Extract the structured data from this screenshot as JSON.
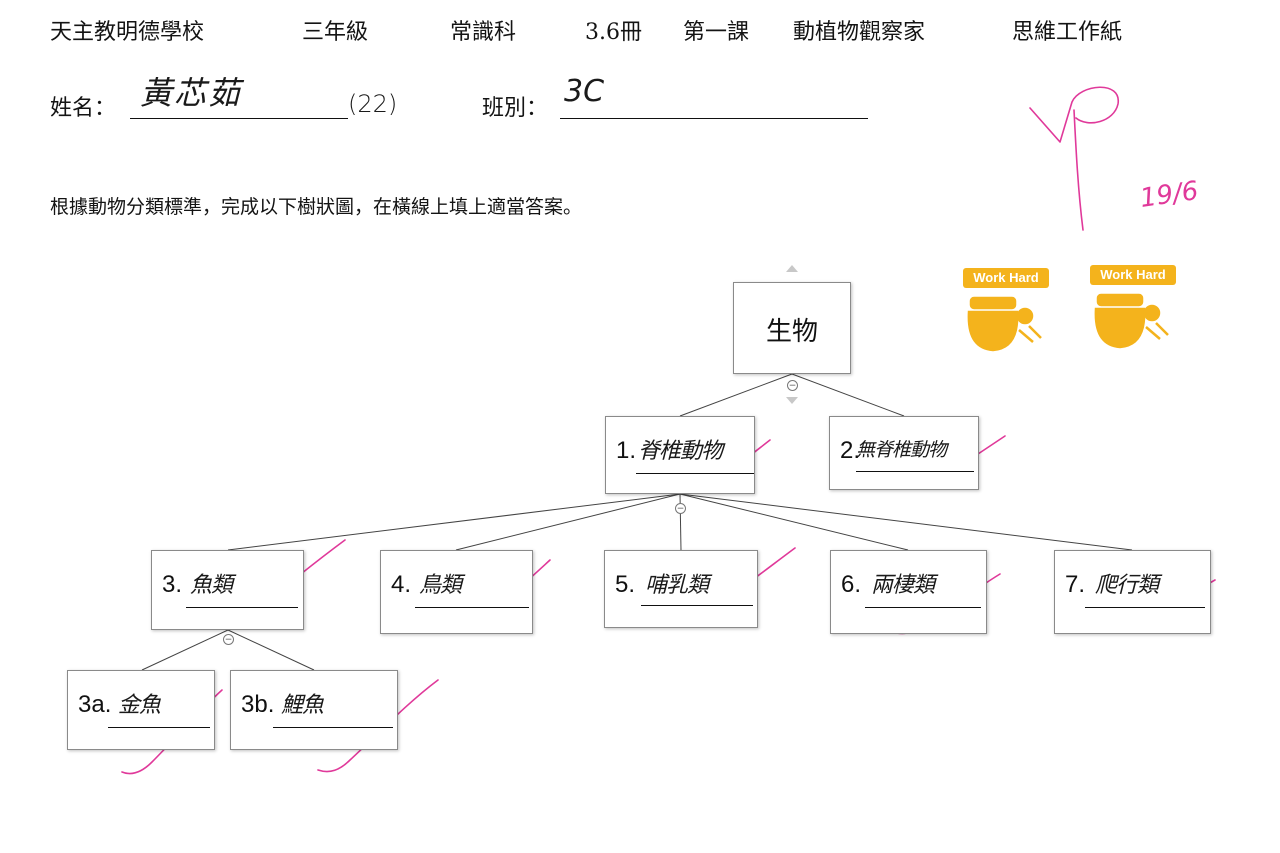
{
  "header": {
    "school": "天主教明德學校",
    "grade": "三年級",
    "subject": "常識科",
    "book": "3.6冊",
    "lesson": "第一課",
    "topic": "動植物觀察家",
    "worksheet": "思維工作紙"
  },
  "student": {
    "name_label": "姓名：",
    "name_value": "黃芯茹",
    "number": "(22)",
    "class_label": "班別：",
    "class_value": "3C"
  },
  "teacher_marks": {
    "date": "19/6"
  },
  "stickers": [
    {
      "text": "Work Hard"
    },
    {
      "text": "Work Hard"
    }
  ],
  "instruction": "根據動物分類標準，完成以下樹狀圖，在橫線上填上適當答案。",
  "tree": {
    "root": "生物",
    "level1": [
      {
        "num": "1.",
        "answer": "脊椎動物"
      },
      {
        "num": "2.",
        "answer": "無脊椎動物"
      }
    ],
    "level2": [
      {
        "num": "3.",
        "answer": "魚類"
      },
      {
        "num": "4.",
        "answer": "鳥類"
      },
      {
        "num": "5.",
        "answer": "哺乳類"
      },
      {
        "num": "6.",
        "answer": "兩棲類"
      },
      {
        "num": "7.",
        "answer": "爬行類"
      }
    ],
    "level3": [
      {
        "num": "3a.",
        "answer": "金魚"
      },
      {
        "num": "3b.",
        "answer": "鯉魚"
      }
    ]
  },
  "colors": {
    "teacher_pen": "#e0399a",
    "sticker": "#f4b31c"
  }
}
